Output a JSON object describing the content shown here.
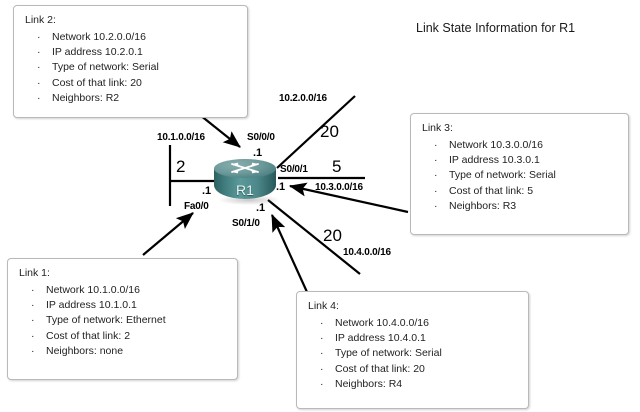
{
  "diagram": {
    "title": "Link State Information for R1",
    "router": {
      "name": "R1",
      "icon": "router-icon"
    },
    "interfaces": [
      {
        "name": "Fa0/0",
        "ip_suffix": ".1"
      },
      {
        "name": "S0/0/0",
        "ip_suffix": ".1"
      },
      {
        "name": "S0/0/1",
        "ip_suffix": ".1"
      },
      {
        "name": "S0/1/0",
        "ip_suffix": ".1"
      }
    ],
    "link_labels": {
      "link1_network": "10.1.0.0/16",
      "link1_cost": "2",
      "link2_network": "10.2.0.0/16",
      "link2_cost": "20",
      "link3_network": "10.3.0.0/16",
      "link3_cost": "5",
      "link4_network": "10.4.0.0/16",
      "link4_cost": "20"
    }
  },
  "boxes": {
    "link1": {
      "title": "Link 1:",
      "bullet": "·",
      "items": [
        "Network 10.1.0.0/16",
        "IP address 10.1.0.1",
        "Type of network: Ethernet",
        "Cost of that link: 2",
        "Neighbors: none"
      ]
    },
    "link2": {
      "title": "Link 2:",
      "bullet": "·",
      "items": [
        "Network 10.2.0.0/16",
        "IP address 10.2.0.1",
        "Type of network: Serial",
        "Cost of that link: 20",
        "Neighbors: R2"
      ]
    },
    "link3": {
      "title": "Link 3:",
      "bullet": "·",
      "items": [
        "Network 10.3.0.0/16",
        "IP address 10.3.0.1",
        "Type of network: Serial",
        "Cost of that link: 5",
        "Neighbors: R3"
      ]
    },
    "link4": {
      "title": "Link 4:",
      "bullet": "·",
      "items": [
        "Network 10.4.0.0/16",
        "IP address 10.4.0.1",
        "Type of network: Serial",
        "Cost of that link: 20",
        "Neighbors: R4"
      ]
    }
  },
  "colors": {
    "router_body": "#3f7b7c",
    "router_top": "#6e9a9b",
    "box_border": "#b9b9b9",
    "line": "#000000",
    "background": "#ffffff"
  }
}
